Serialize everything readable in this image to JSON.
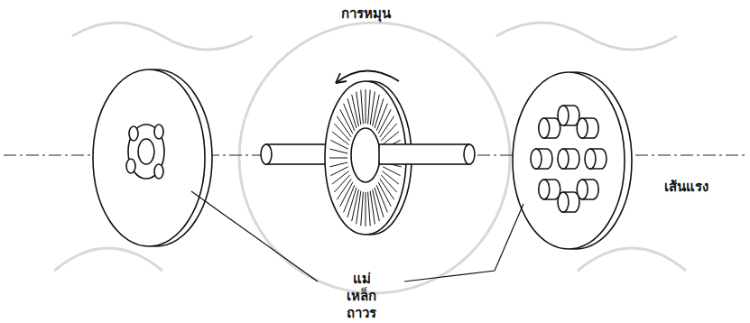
{
  "diagram": {
    "labels": [
      "การหมุน",
      "แม่เหล็ก ถาวร",
      "เส้นแรง"
    ]
  }
}
